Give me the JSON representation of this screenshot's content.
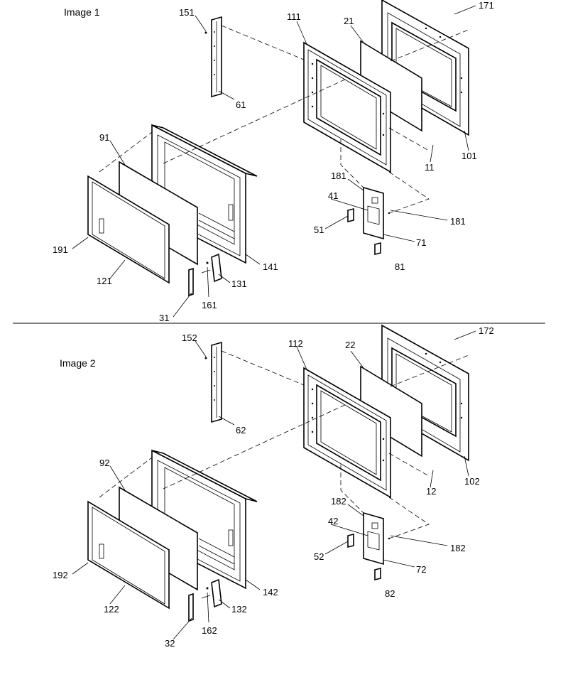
{
  "titles": {
    "image1": "Image 1",
    "image2": "Image 2"
  },
  "callouts1": {
    "c151": "151",
    "c61": "61",
    "c111": "111",
    "c21": "21",
    "c171": "171",
    "c101": "101",
    "c11": "11",
    "c91": "91",
    "c191": "191",
    "c121": "121",
    "c141": "141",
    "c131": "131",
    "c161": "161",
    "c31": "31",
    "c181a": "181",
    "c41": "41",
    "c51": "51",
    "c181b": "181",
    "c71": "71",
    "c81": "81"
  },
  "callouts2": {
    "c152": "152",
    "c62": "62",
    "c112": "112",
    "c22": "22",
    "c172": "172",
    "c102": "102",
    "c12": "12",
    "c92": "92",
    "c192": "192",
    "c122": "122",
    "c142": "142",
    "c132": "132",
    "c162": "162",
    "c32": "32",
    "c182a": "182",
    "c42": "42",
    "c52": "52",
    "c182b": "182",
    "c72": "72",
    "c82": "82"
  }
}
